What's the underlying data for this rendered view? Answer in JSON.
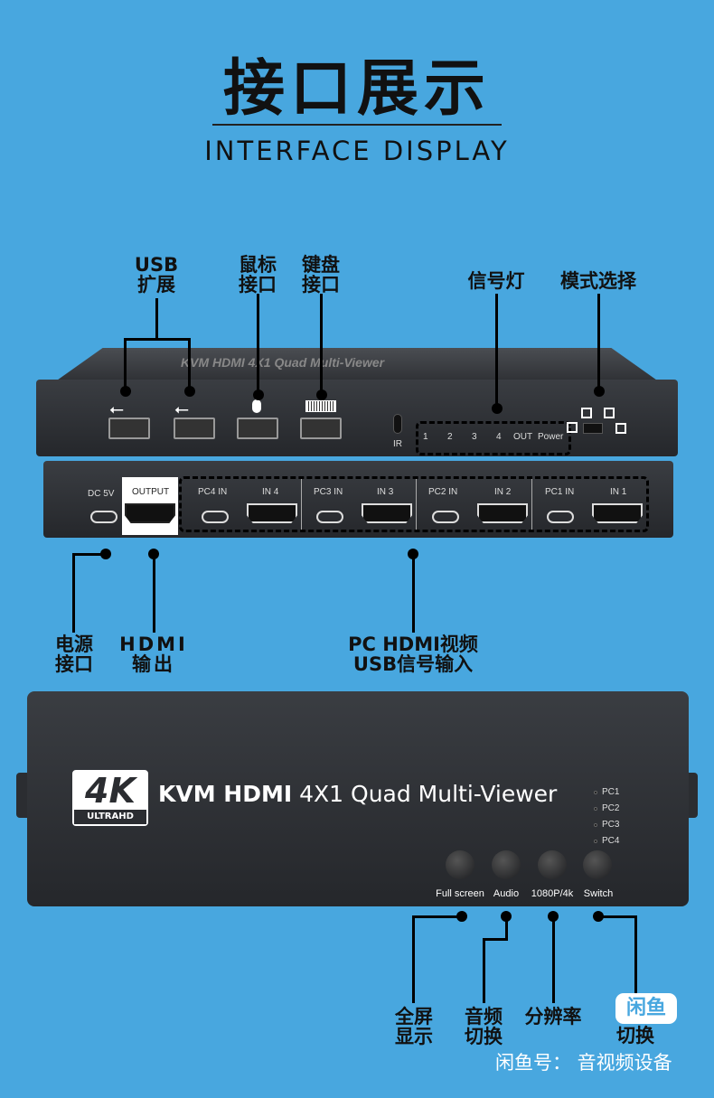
{
  "header": {
    "title": "接口展示",
    "subtitle": "INTERFACE DISPLAY"
  },
  "top_labels": {
    "usb": "USB\n扩展",
    "mouse": "鼠标\n接口",
    "keyboard": "键盘\n接口",
    "signal": "信号灯",
    "mode": "模式选择"
  },
  "back_panel": {
    "brand": "KVM HDMI 4X1 Quad Multi-Viewer",
    "ir": "IR",
    "leds": [
      "1",
      "2",
      "3",
      "4",
      "OUT",
      "Power"
    ],
    "ports": [
      {
        "label": "DC 5V"
      },
      {
        "label": "OUTPUT"
      },
      {
        "label": "PC4 IN"
      },
      {
        "label": "IN 4"
      },
      {
        "label": "PC3 IN"
      },
      {
        "label": "IN 3"
      },
      {
        "label": "PC2 IN"
      },
      {
        "label": "IN 2"
      },
      {
        "label": "PC1 IN"
      },
      {
        "label": "IN 1"
      }
    ]
  },
  "mid_labels": {
    "power": "电源\n接口",
    "hdmi_out": "HDMI\n输出",
    "pc_in": "PC HDMI视频\nUSB信号输入"
  },
  "front_panel": {
    "logo_big": "4K",
    "logo_small": "ULTRAHD",
    "brand_bold": "KVM HDMI",
    "brand_rest": "4X1 Quad Multi-Viewer",
    "leds": [
      "PC1",
      "PC2",
      "PC3",
      "PC4"
    ],
    "buttons": [
      "Full screen",
      "Audio",
      "1080P/4k",
      "Switch"
    ]
  },
  "bottom_labels": {
    "fullscreen": "全屏\n显示",
    "audio": "音频\n切换",
    "resolution": "分辨率",
    "switch": "切换"
  },
  "watermark": {
    "badge": "闲鱼",
    "text": "闲鱼号： 音视频设备"
  }
}
